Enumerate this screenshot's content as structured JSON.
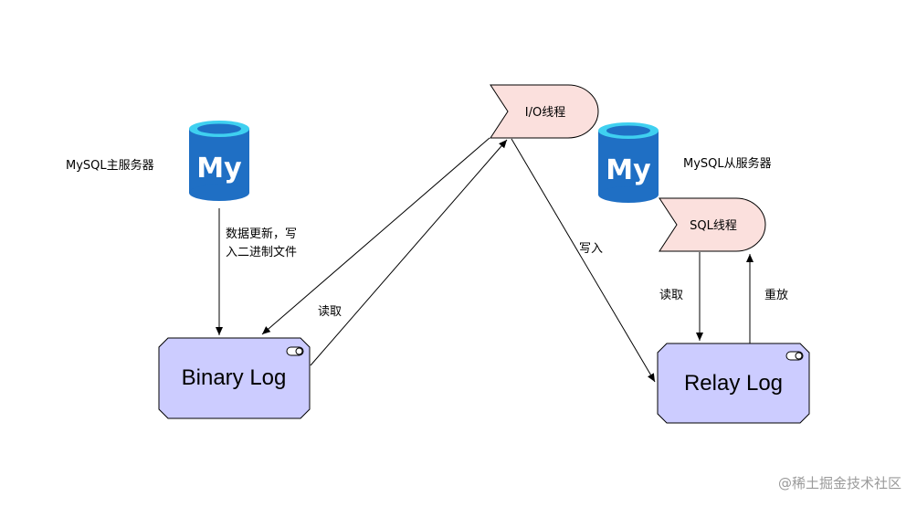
{
  "master": {
    "label": "MySQL主服务器",
    "logo_text": "My"
  },
  "slave": {
    "label": "MySQL从服务器",
    "logo_text": "My"
  },
  "threads": {
    "io": "I/O线程",
    "sql": "SQL线程"
  },
  "logs": {
    "binary": "Binary Log",
    "relay": "Relay Log"
  },
  "edges": {
    "master_to_binlog_line1": "数据更新，写",
    "master_to_binlog_line2": "入二进制文件",
    "io_reads_binlog": "读取",
    "io_writes_relay": "写入",
    "sql_reads_relay": "读取",
    "sql_replays": "重放"
  },
  "watermark": "@稀土掘金技术社区",
  "colors": {
    "db_blue": "#1f6fc4",
    "db_top": "#3fd0f0",
    "thread_fill": "#fbe0dd",
    "log_fill": "#ccccff"
  }
}
